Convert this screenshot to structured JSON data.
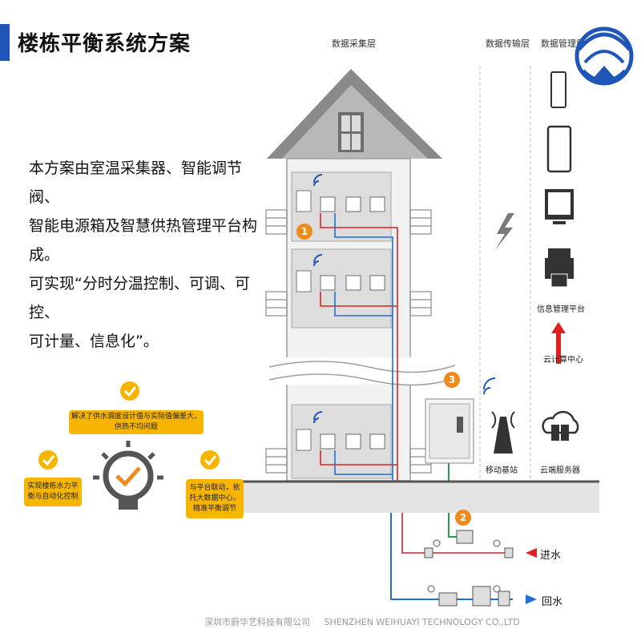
{
  "title": "楼栋平衡系统方案",
  "layers": {
    "collection": "数据采集层",
    "transmission": "数据传输层",
    "management": "数据管理层"
  },
  "intro_lines": [
    "本方案由室温采集器、智能调节阀、",
    "智能电源箱及智慧供热管理平台构成。",
    "可实现“分时分温控制、可调、可控、",
    "可计量、信息化”。"
  ],
  "benefits": {
    "top": "解决了供水调度设计值与实际值偏差大，供热不均问题",
    "left": "实现楼栋水力平衡与自动化控制",
    "right": "与平台联动，依托大数据中心，精准平衡调节"
  },
  "markers": [
    "1",
    "2",
    "3"
  ],
  "labels": {
    "info_platform": "信息管理平台",
    "cloud_computing": "云计算中心",
    "base_station": "移动基站",
    "cloud_server": "云端服务器",
    "water_in": "进水",
    "water_out": "回水"
  },
  "footer": {
    "company_cn": "深圳市蔚华艺科技有限公司",
    "company_en": "SHENZHEN WEIHUAYI TECHNOLOGY CO.,LTD"
  },
  "colors": {
    "accent_blue": "#1f56b8",
    "yellow": "#f7b500",
    "orange": "#f08a1c",
    "pipe_red": "#e02020",
    "pipe_blue": "#1e6fd6",
    "pipe_green": "#2aa04a"
  }
}
